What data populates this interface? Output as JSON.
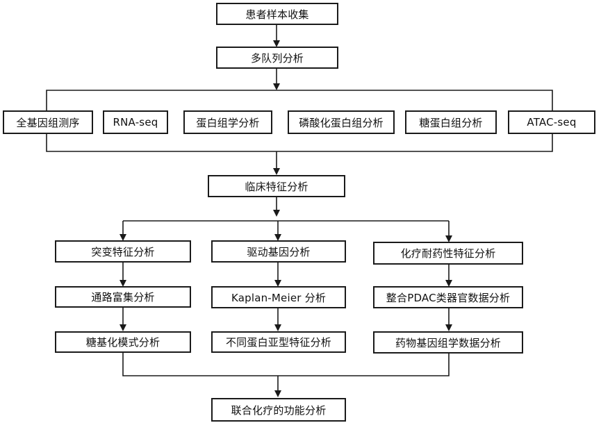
{
  "diagram": {
    "collect": "患者样本收集",
    "multi_cohort": "多队列分析",
    "omics": [
      "全基因组测序",
      "RNA-seq",
      "蛋白组学分析",
      "磷酸化蛋白组分析",
      "糖蛋白组分析",
      "ATAC-seq"
    ],
    "clinical": "临床特征分析",
    "left_branch": [
      "突变特征分析",
      "通路富集分析",
      "糖基化模式分析"
    ],
    "middle_branch": [
      "驱动基因分析",
      "Kaplan-Meier 分析",
      "不同蛋白亚型特征分析"
    ],
    "right_branch": [
      "化疗耐药性特征分析",
      "整合PDAC类器官数据分析",
      "药物基因组学数据分析"
    ],
    "final": "联合化疗的功能分析"
  }
}
